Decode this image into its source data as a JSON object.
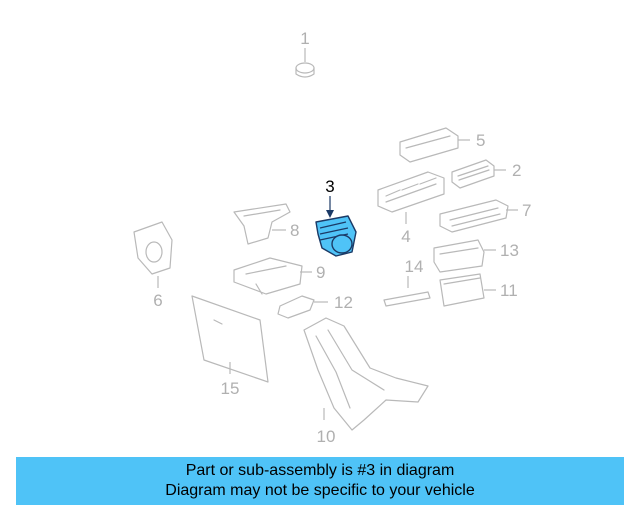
{
  "highlight_color": "#4fc3f7",
  "labels": {
    "p1": "1",
    "p2": "2",
    "p3": "3",
    "p4": "4",
    "p5": "5",
    "p6": "6",
    "p7": "7",
    "p8": "8",
    "p9": "9",
    "p10": "10",
    "p11": "11",
    "p12": "12",
    "p13": "13",
    "p14": "14",
    "p15": "15"
  },
  "banner": {
    "line1": "Part or sub-assembly is #3 in diagram",
    "line2": "Diagram may not be specific to your vehicle"
  }
}
